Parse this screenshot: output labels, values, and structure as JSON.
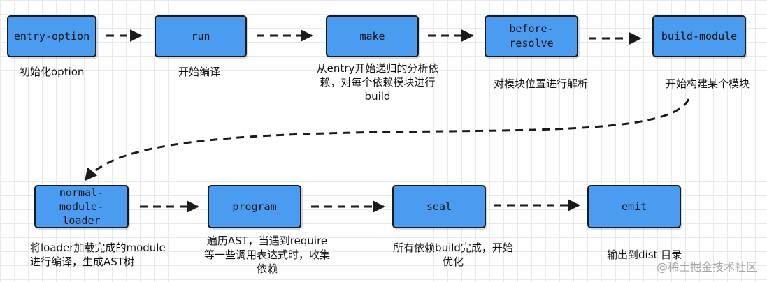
{
  "nodes": {
    "entry_option": "entry-option",
    "run": "run",
    "make": "make",
    "before_resolve": "before-\nresolve",
    "build_module": "build-module",
    "normal_module_loader": "normal-\nmodule-\nloader",
    "program": "program",
    "seal": "seal",
    "emit": "emit"
  },
  "labels": {
    "entry_option": "初始化option",
    "run": "开始编译",
    "make": "从entry开始递归的分析依\n赖，对每个依赖模块进行\nbuild",
    "before_resolve": "对模块位置进行解析",
    "build_module": "开始构建某个模块",
    "normal_module_loader": "将loader加载完成的module\n进行编译，生成AST树",
    "program": "遍历AST，当遇到require\n等一些调用表达式时，收集\n依赖",
    "seal": "所有依赖build完成，开始\n优化",
    "emit": "输出到dist 目录"
  },
  "watermark": "@稀土掘金技术社区",
  "colors": {
    "node_fill": "#4a9cf1",
    "stroke": "#1a1a1a"
  }
}
